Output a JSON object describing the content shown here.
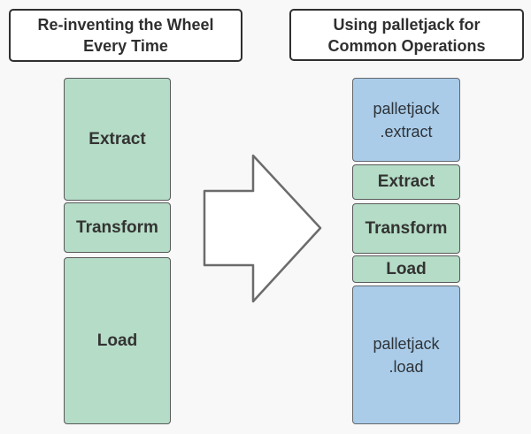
{
  "diagram": {
    "left": {
      "title_line1": "Re-inventing the Wheel",
      "title_line2": "Every Time",
      "boxes": [
        {
          "label": "Extract"
        },
        {
          "label": "Transform"
        },
        {
          "label": "Load"
        }
      ]
    },
    "right": {
      "title_line1": "Using palletjack for",
      "title_line2": "Common Operations",
      "pj_extract": {
        "line1": "palletjack",
        "line2": ".extract"
      },
      "boxes": [
        {
          "label": "Extract"
        },
        {
          "label": "Transform"
        },
        {
          "label": "Load"
        }
      ],
      "pj_load": {
        "line1": "palletjack",
        "line2": ".load"
      }
    },
    "arrow": {
      "direction": "right"
    }
  },
  "colors": {
    "background": "#f9f8f8",
    "step_fill": "#b5dcc6",
    "step_border": "#58595b",
    "palletjack_fill": "#aacce9",
    "palletjack_border": "#63676b",
    "title_fill": "#ffffff",
    "title_border": "#2f2f2f",
    "arrow_fill": "#ffffff",
    "arrow_border": "#6b6b6b",
    "text": "#333333"
  }
}
